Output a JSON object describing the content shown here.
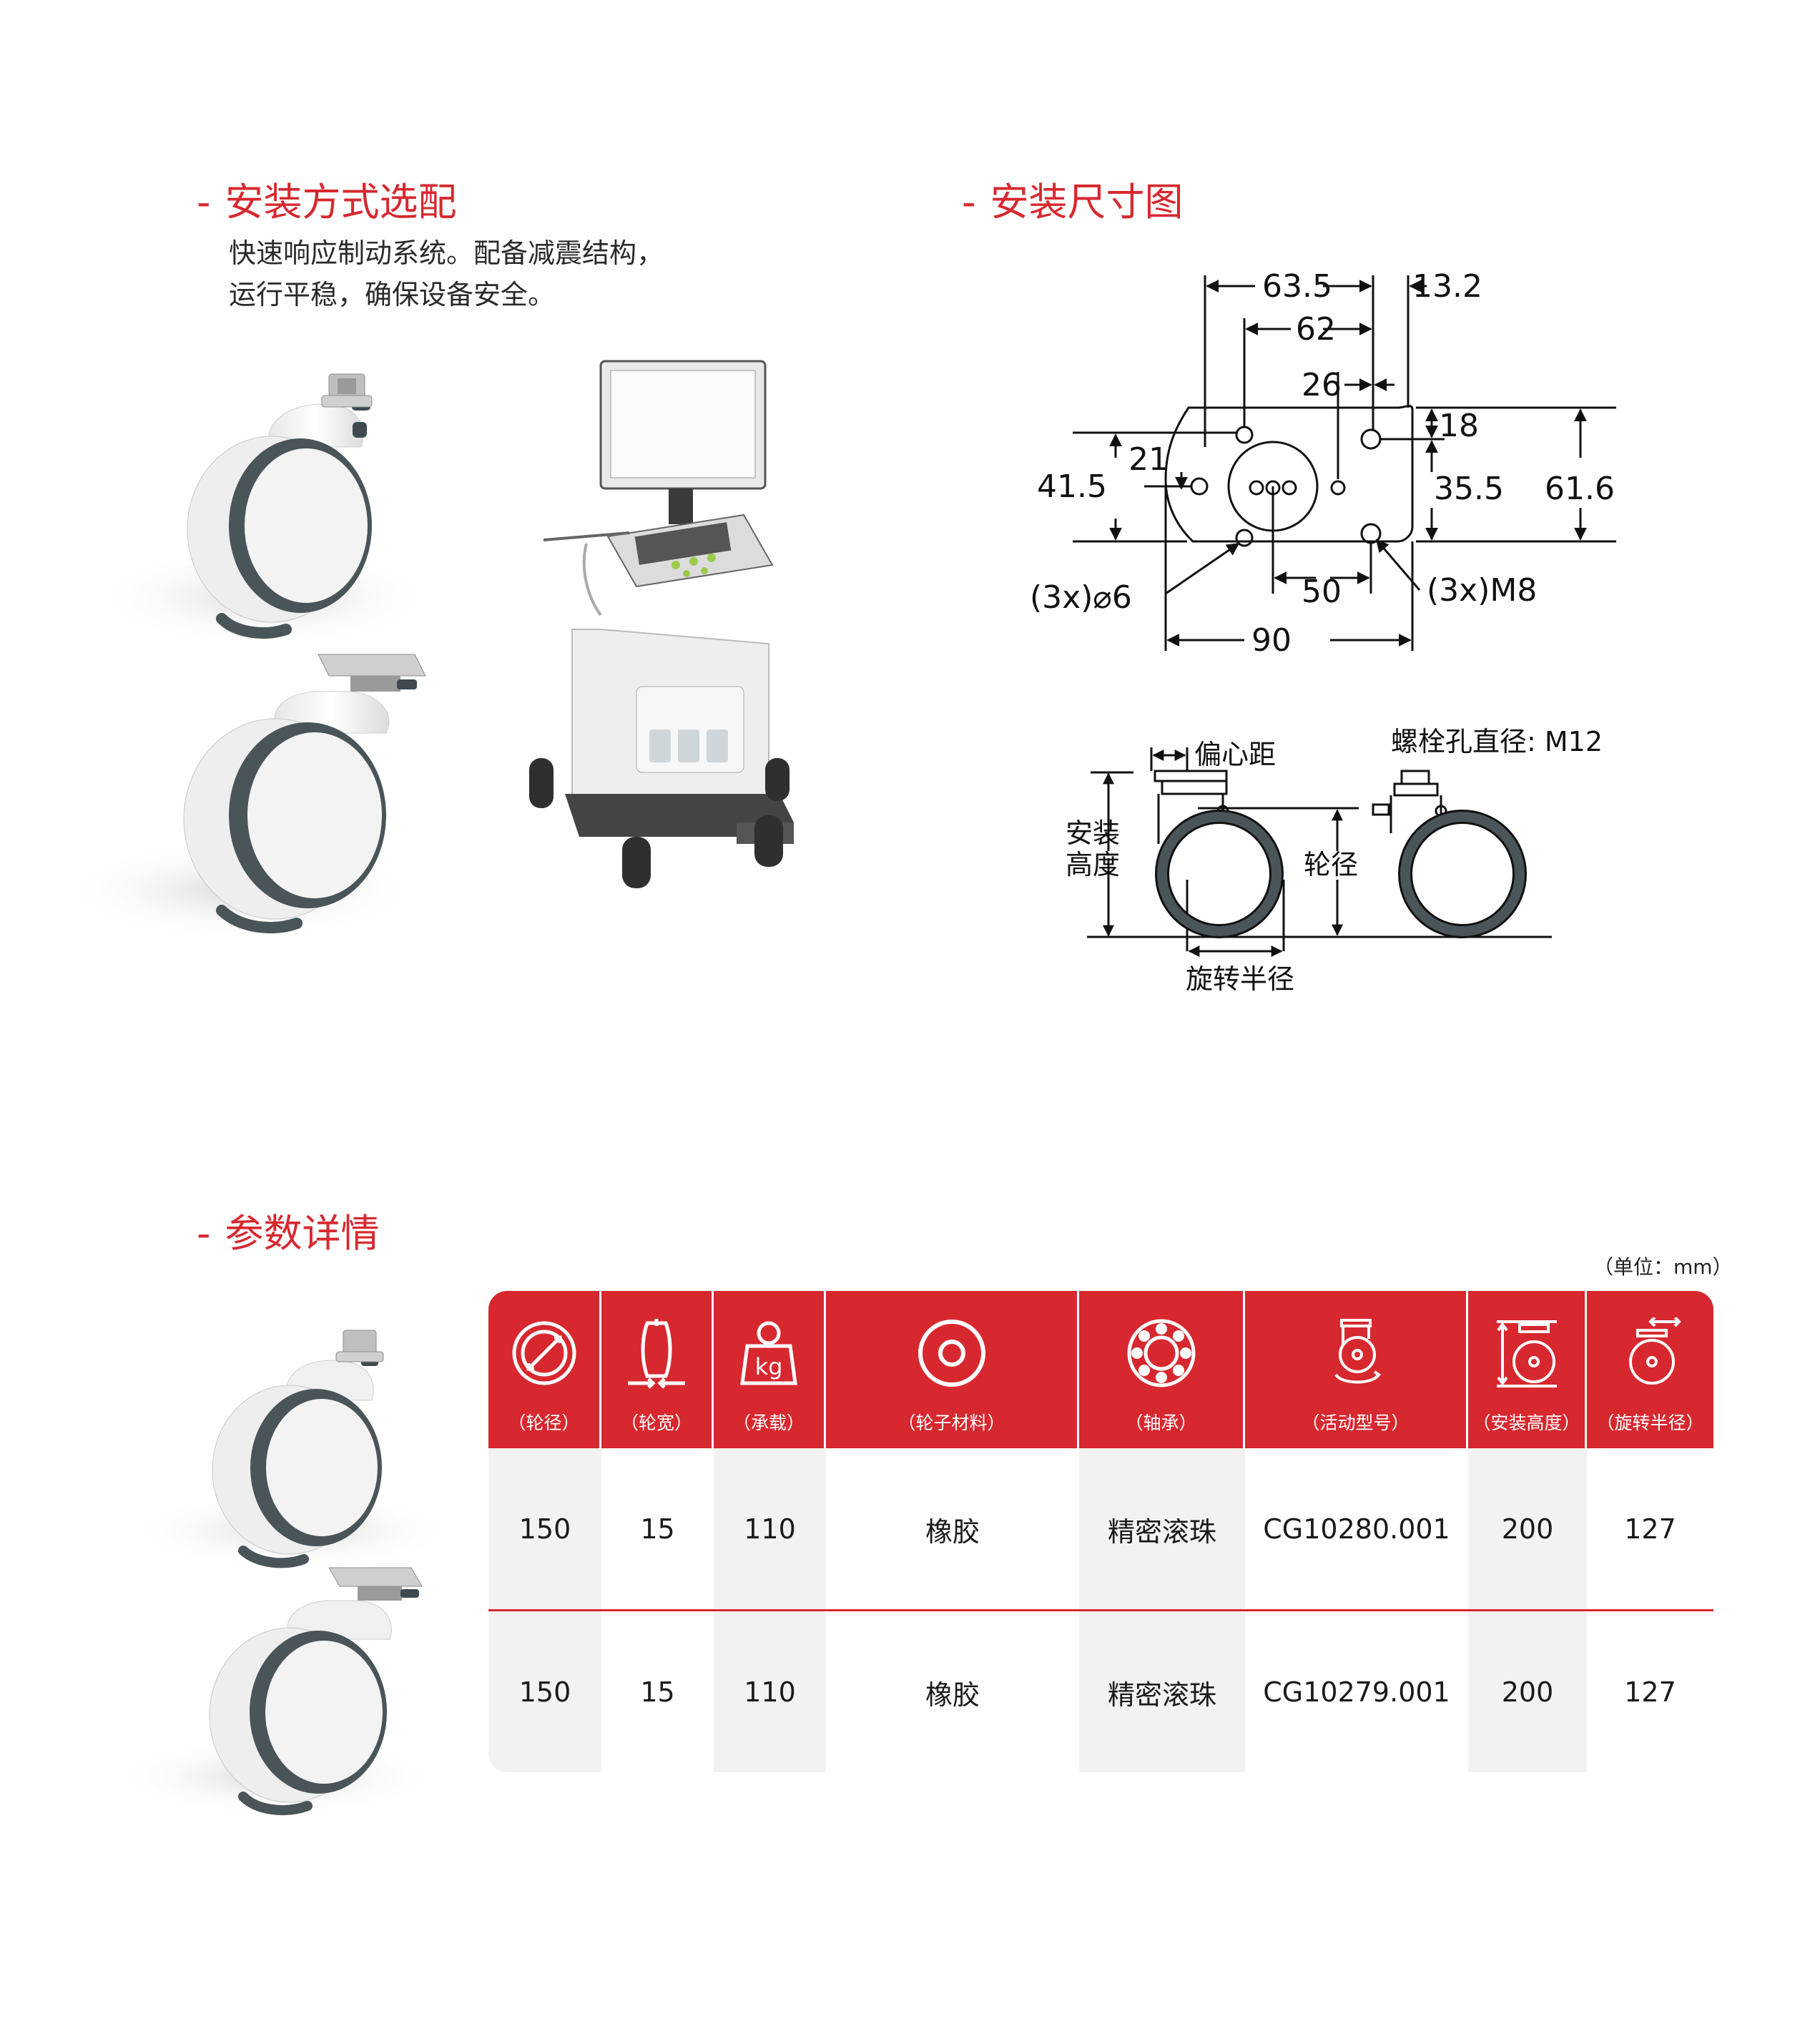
{
  "colors": {
    "accent": "#d7282f",
    "rubber": "#4a5559",
    "body": "#f3f3f3"
  },
  "install_section": {
    "dash": "-",
    "title": "安装方式选配",
    "desc_lines": [
      "快速响应制动系统。配备减震结构，",
      "运行平稳，确保设备安全。"
    ]
  },
  "dimension_section": {
    "dash": "-",
    "title": "安装尺寸图",
    "top_plate": {
      "dims": [
        "63.5",
        "13.2",
        "62",
        "26",
        "18",
        "21",
        "41.5",
        "35.5",
        "61.6",
        "50",
        "90"
      ],
      "callouts": [
        "(3x)⌀6",
        "(3x)M8"
      ]
    },
    "side_view": {
      "labels": {
        "offset": "偏心距",
        "bolt_hole": "螺栓孔直径: M12",
        "install_height_1": "安装",
        "install_height_2": "高度",
        "wheel_dia": "轮径",
        "swivel_radius": "旋转半径"
      }
    }
  },
  "params_section": {
    "dash": "-",
    "title": "参数详情",
    "unit": "（单位：mm）",
    "headers": [
      {
        "label": "（轮径）",
        "icon": "wheel-diameter-icon"
      },
      {
        "label": "（轮宽）",
        "icon": "wheel-width-icon"
      },
      {
        "label": "（承载）",
        "icon": "load-weight-icon"
      },
      {
        "label": "（轮子材料）",
        "icon": "wheel-material-icon"
      },
      {
        "label": "（轴承）",
        "icon": "bearing-icon"
      },
      {
        "label": "（活动型号）",
        "icon": "swivel-model-icon"
      },
      {
        "label": "（安装高度）",
        "icon": "install-height-icon"
      },
      {
        "label": "（旋转半径）",
        "icon": "swivel-radius-icon"
      }
    ],
    "rows": [
      [
        "150",
        "15",
        "110",
        "橡胶",
        "精密滚珠",
        "CG10280.001",
        "200",
        "127"
      ],
      [
        "150",
        "15",
        "110",
        "橡胶",
        "精密滚珠",
        "CG10279.001",
        "200",
        "127"
      ]
    ]
  }
}
